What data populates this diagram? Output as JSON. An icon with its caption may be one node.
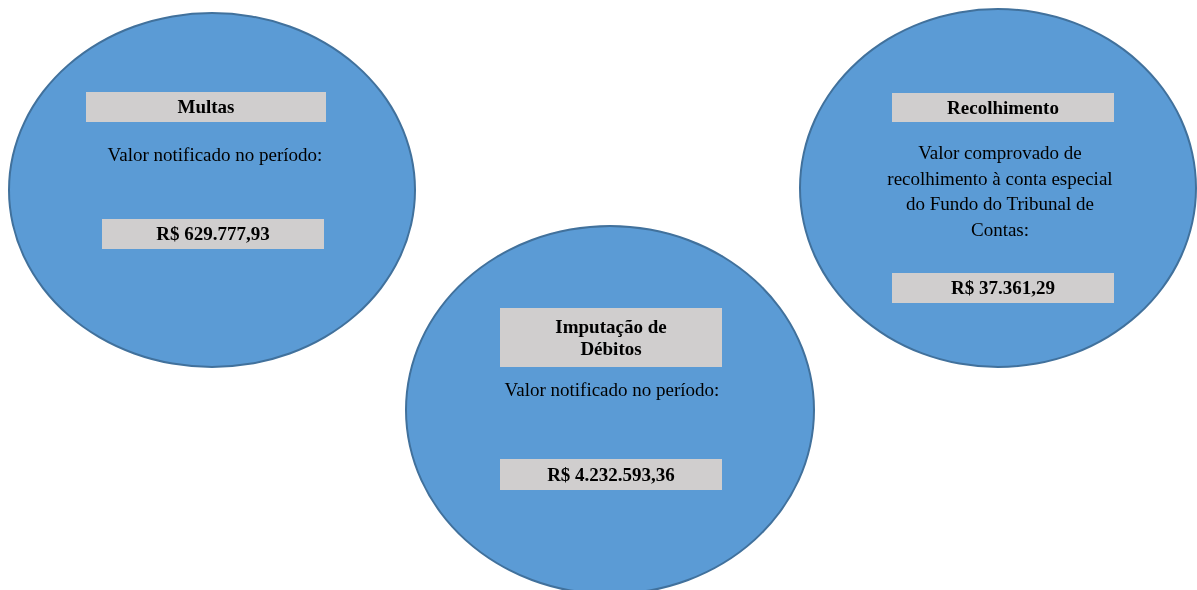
{
  "diagram": {
    "nodes": [
      {
        "text": [
          "Valor notificado no período:"
        ]
      },
      {
        "text": [
          "Multas"
        ],
        "in": 0
      },
      {
        "text": [
          "R$ 629.777,93"
        ],
        "in": 0
      },
      {
        "text": [
          "Valor comprovado de recolhimento à conta especial do Fundo do Tribunal de Contas:"
        ]
      },
      {
        "text": [
          "Recolhimento"
        ],
        "in": 3
      },
      {
        "text": [
          "R$ 37.361,29"
        ],
        "in": 3
      },
      {
        "text": [
          "Valor notificado no período:"
        ]
      },
      {
        "text": [
          "Imputação de Débitos"
        ],
        "in": 6
      },
      {
        "text": [
          "R$ 4.232.593,36"
        ],
        "in": 6
      }
    ],
    "edges": []
  }
}
